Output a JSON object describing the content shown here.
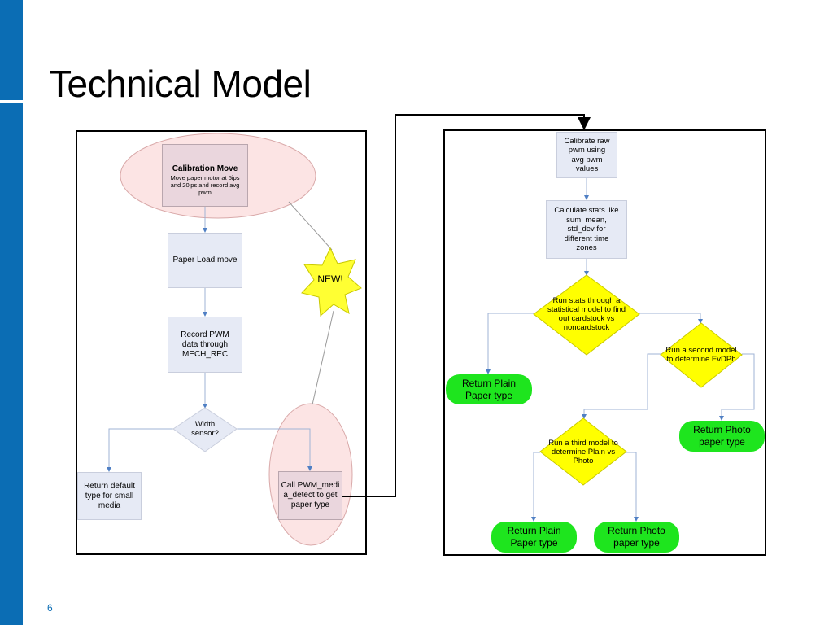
{
  "slide": {
    "title": "Technical Model",
    "page_number": "6"
  },
  "left_panel": {
    "calibration": {
      "title": "Calibration Move",
      "detail": "Move paper motor at 5ips and 20ips and record avg pwm"
    },
    "paper_load": "Paper Load move",
    "record_pwm": "Record PWM data through MECH_REC",
    "width_sensor": "Width sensor?",
    "return_default": "Return default type for small media",
    "call_pwm": "Call PWM_media_detect to get paper type",
    "new_label": "NEW!"
  },
  "right_panel": {
    "calibrate_raw": "Calibrate raw pwm using avg pwm values",
    "calc_stats": "Calculate stats like sum, mean, std_dev for different time zones",
    "run_stats": "Run stats through a statistical model to find out cardstock vs noncardstock",
    "second_model": "Run a second model to determine EvDPh",
    "third_model": "Run a third model to determine Plain vs Photo",
    "return_plain_1": "Return Plain Paper type",
    "return_photo_1": "Return Photo paper type",
    "return_plain_2": "Return Plain Paper type",
    "return_photo_2": "Return Photo paper type"
  },
  "colors": {
    "accent_blue": "#0b6db4",
    "decision_yellow": "#ffff00",
    "terminal_green": "#1ee51e",
    "highlight_pink": "#fce4e4"
  }
}
